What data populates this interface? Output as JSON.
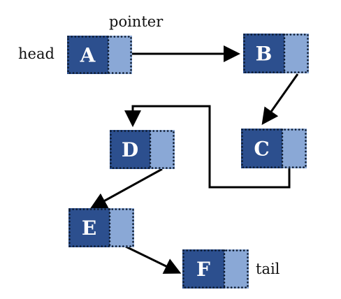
{
  "labels": {
    "head": "head",
    "pointer": "pointer",
    "tail": "tail"
  },
  "colors": {
    "data_cell": "#2c4f8e",
    "pointer_cell": "#8aa8d6",
    "dot_border": "#0d1a2e",
    "arrow": "#000000",
    "letter": "#ffffff"
  },
  "nodes": [
    {
      "id": "A",
      "label": "A"
    },
    {
      "id": "B",
      "label": "B"
    },
    {
      "id": "C",
      "label": "C"
    },
    {
      "id": "D",
      "label": "D"
    },
    {
      "id": "E",
      "label": "E"
    },
    {
      "id": "F",
      "label": "F"
    }
  ],
  "links": [
    {
      "from": "A",
      "to": "B"
    },
    {
      "from": "B",
      "to": "C"
    },
    {
      "from": "C",
      "to": "D"
    },
    {
      "from": "D",
      "to": "E"
    },
    {
      "from": "E",
      "to": "F"
    }
  ]
}
